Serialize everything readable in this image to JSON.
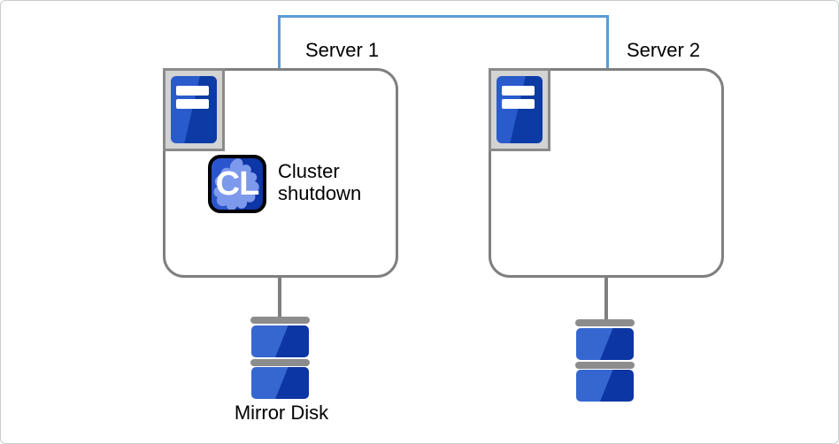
{
  "diagram": {
    "servers": [
      {
        "label": "Server 1"
      },
      {
        "label": "Server 2"
      }
    ],
    "annotation": {
      "badge": "CL",
      "label": "Cluster shutdown"
    },
    "disk": {
      "label": "Mirror Disk"
    },
    "icons": {
      "server_icon": "server-tower-icon",
      "cluster_badge": "cluster-shutdown-icon",
      "disk_icon": "disk-stack-icon"
    },
    "colors": {
      "interconnect_line": "#5B9BD5",
      "node_border": "#7F7F7F",
      "server_blue_light": "#2A5BCD",
      "server_blue_dark": "#0C3BA6",
      "disk_blue_light": "#3667D0",
      "disk_blue_dark": "#0B36A3",
      "hardware_gray": "#8C8C8C",
      "badge_blob_blue": "#7D99EC",
      "badge_bg_light": "#2B55CC",
      "badge_bg_dark": "#0D36A6",
      "text": "#000000"
    }
  }
}
